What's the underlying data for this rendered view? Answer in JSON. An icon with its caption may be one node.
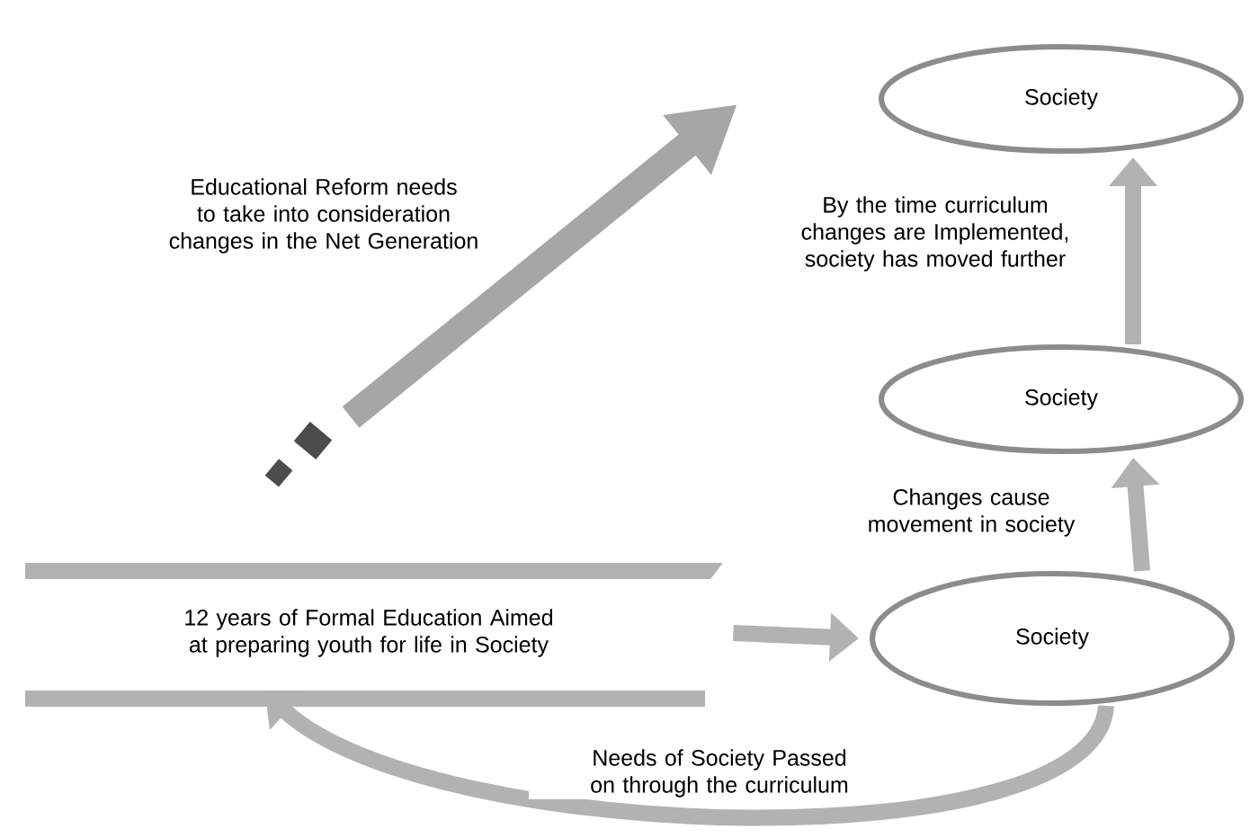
{
  "diagram": {
    "nodes": [
      {
        "text": [
          "12 years of Formal Education Aimed at preparing youth for life in Society"
        ]
      },
      {
        "text": [
          "Society"
        ]
      },
      {
        "text": [
          "Society"
        ]
      },
      {
        "text": [
          "Society"
        ]
      }
    ],
    "edges": [
      {
        "from": 0,
        "to": 1,
        "arrow": "to"
      },
      {
        "from": 1,
        "to": 2,
        "arrow": "to",
        "label": "Changes cause movement in society"
      },
      {
        "from": 2,
        "to": 3,
        "arrow": "to",
        "label": "By the time curriculum changes are Implemented, society has moved further"
      },
      {
        "from": 1,
        "to": 0,
        "arrow": "to",
        "label": "Needs of Society Passed on through the curriculum"
      }
    ],
    "labels": [
      "Educational Reform needs to take into consideration changes in the Net Generation"
    ]
  }
}
